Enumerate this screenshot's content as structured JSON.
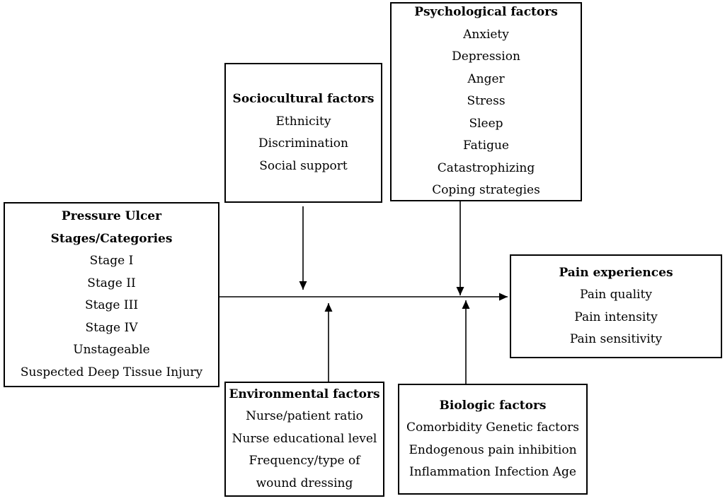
{
  "diagram": {
    "background_color": "#ffffff",
    "line_color": "#000000",
    "text_color": "#000000",
    "boxes": {
      "psychological": {
        "title": "Psychological factors",
        "items": [
          "Anxiety",
          "Depression",
          "Anger",
          "Stress",
          "Sleep",
          "Fatigue",
          "Catastrophizing",
          "Coping strategies"
        ]
      },
      "sociocultural": {
        "title": "Sociocultural factors",
        "items": [
          "Ethnicity",
          "Discrimination",
          "Social support"
        ]
      },
      "pressure_ulcer": {
        "title_lines": [
          "Pressure Ulcer",
          "Stages/Categories"
        ],
        "items": [
          "Stage I",
          "Stage II",
          "Stage III",
          "Stage IV",
          "Unstageable",
          "Suspected Deep Tissue Injury"
        ]
      },
      "pain_experiences": {
        "title": "Pain experiences",
        "items": [
          "Pain quality",
          "Pain intensity",
          "Pain sensitivity"
        ]
      },
      "environmental": {
        "title": "Environmental factors",
        "items": [
          "Nurse/patient ratio",
          "Nurse educational level",
          "Frequency/type of",
          "wound dressing"
        ]
      },
      "biologic": {
        "title": "Biologic factors",
        "items": [
          "Comorbidity Genetic factors",
          "Endogenous pain inhibition",
          "Inflammation Infection Age"
        ]
      }
    },
    "connections": [
      {
        "from": "pressure_ulcer",
        "to": "pain_experiences",
        "type": "horizontal-right-arrow"
      },
      {
        "from": "sociocultural",
        "to": "main-pathway",
        "type": "down-arrow"
      },
      {
        "from": "psychological",
        "to": "main-pathway",
        "type": "down-arrow"
      },
      {
        "from": "environmental",
        "to": "main-pathway",
        "type": "up-arrow"
      },
      {
        "from": "biologic",
        "to": "main-pathway",
        "type": "up-arrow"
      }
    ]
  }
}
